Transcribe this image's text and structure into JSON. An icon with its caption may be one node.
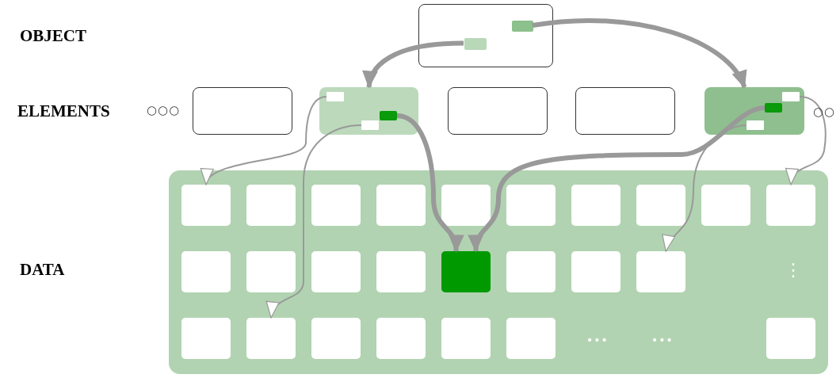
{
  "diagram": {
    "nodes": [
      {
        "text": [],
        "shape": "box"
      },
      {
        "text": [],
        "shape": "box",
        "in": 0
      },
      {
        "text": [],
        "shape": "box",
        "in": 0
      },
      {
        "text": [],
        "shape": "box"
      },
      {
        "text": [],
        "shape": "box"
      },
      {
        "text": [],
        "shape": "box",
        "in": 4
      },
      {
        "text": [],
        "shape": "box",
        "in": 4
      },
      {
        "text": [],
        "shape": "box",
        "in": 4
      },
      {
        "text": [],
        "shape": "box"
      },
      {
        "text": [],
        "shape": "box"
      },
      {
        "text": [],
        "shape": "box"
      },
      {
        "text": [],
        "shape": "box",
        "in": 10
      },
      {
        "text": [],
        "shape": "box",
        "in": 10
      },
      {
        "text": [],
        "shape": "box",
        "in": 10
      },
      {
        "text": [],
        "shape": "box"
      },
      {
        "text": [],
        "shape": "box",
        "in": 14
      },
      {
        "text": [],
        "shape": "box",
        "in": 14
      },
      {
        "text": [],
        "shape": "box",
        "in": 14
      },
      {
        "text": [],
        "shape": "box",
        "in": 14
      },
      {
        "text": [],
        "shape": "box",
        "in": 14
      },
      {
        "text": [],
        "shape": "box",
        "in": 14
      },
      {
        "text": [],
        "shape": "box",
        "in": 14
      },
      {
        "text": [],
        "shape": "box",
        "in": 14
      },
      {
        "text": [],
        "shape": "box",
        "in": 14
      },
      {
        "text": [],
        "shape": "box",
        "in": 14
      },
      {
        "text": [],
        "shape": "box",
        "in": 14
      },
      {
        "text": [],
        "shape": "box",
        "in": 14
      },
      {
        "text": [],
        "shape": "box",
        "in": 14
      },
      {
        "text": [],
        "shape": "box",
        "in": 14
      },
      {
        "text": [],
        "shape": "box",
        "in": 14
      },
      {
        "text": [],
        "shape": "box",
        "in": 14
      },
      {
        "text": [],
        "shape": "box",
        "in": 14
      },
      {
        "text": [],
        "shape": "box",
        "in": 14
      },
      {
        "text": [],
        "shape": "box",
        "in": 14
      },
      {
        "text": [],
        "shape": "box",
        "in": 14
      },
      {
        "text": [],
        "shape": "box",
        "in": 14
      },
      {
        "text": [],
        "shape": "box",
        "in": 14
      },
      {
        "text": [],
        "shape": "box",
        "in": 14
      },
      {
        "text": [],
        "shape": "box",
        "in": 14
      },
      {
        "text": [],
        "shape": "box",
        "in": 14
      }
    ],
    "edges": [
      {
        "from": 1,
        "to": 10,
        "arrow": "to",
        "style": "thick"
      },
      {
        "from": 2,
        "to": 4,
        "arrow": "to",
        "style": "thick"
      },
      {
        "from": 5,
        "to": 15,
        "arrow": "to"
      },
      {
        "from": 6,
        "to": 29,
        "arrow": "to",
        "style": "thick"
      },
      {
        "from": 7,
        "to": 34,
        "arrow": "to"
      },
      {
        "from": 12,
        "to": 29,
        "arrow": "to",
        "style": "thick"
      },
      {
        "from": 13,
        "to": 32,
        "arrow": "to"
      },
      {
        "from": 11,
        "to": 24,
        "arrow": "to"
      }
    ],
    "labels": [
      "OBJECT",
      "ELEMENTS",
      "○○○",
      "○○",
      "DATA",
      "⋮",
      "•••",
      "•••"
    ]
  }
}
